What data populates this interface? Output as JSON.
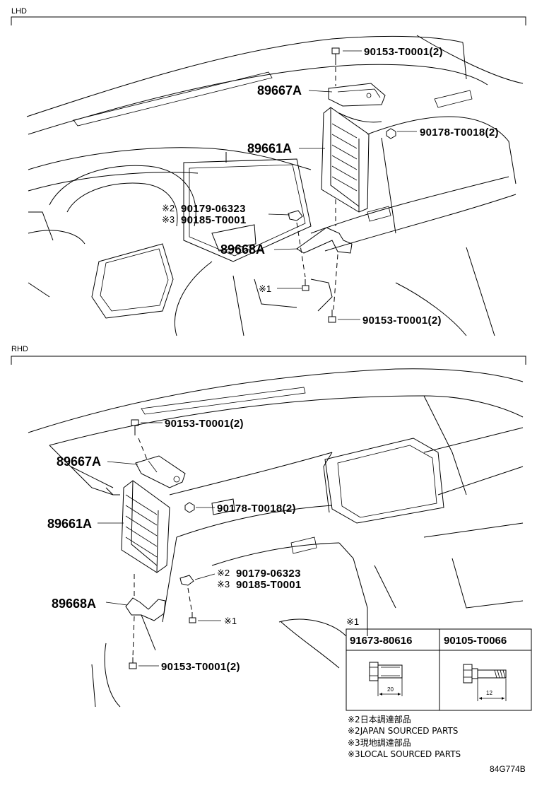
{
  "lhd": {
    "label": "LHD",
    "callouts": {
      "bolt_top": "90153-T0001(2)",
      "bracket_upper": "89667A",
      "nut": "90178-T0018(2)",
      "module": "89661A",
      "clip_a_mark": "※2",
      "clip_a": "90179-06323",
      "clip_b_mark": "※3",
      "clip_b": "90185-T0001",
      "bracket_lower": "89668A",
      "bolt_side_mark": "※1",
      "bolt_bottom": "90153-T0001(2)"
    }
  },
  "rhd": {
    "label": "RHD",
    "callouts": {
      "bolt_top": "90153-T0001(2)",
      "bracket_upper": "89667A",
      "module": "89661A",
      "nut": "90178-T0018(2)",
      "clip_a_mark": "※2",
      "clip_a": "90179-06323",
      "clip_b_mark": "※3",
      "clip_b": "90185-T0001",
      "bracket_lower": "89668A",
      "bolt_side_mark": "※1",
      "bolt_bottom": "90153-T0001(2)"
    }
  },
  "bolt_table": {
    "mark": "※1",
    "columns": [
      {
        "part": "91673-80616",
        "length": "20"
      },
      {
        "part": "90105-T0066",
        "length": "12"
      }
    ]
  },
  "legend": [
    "※2日本調達部品",
    "※2JAPAN SOURCED PARTS",
    "※3現地調達部品",
    "※3LOCAL SOURCED PARTS"
  ],
  "figure_ref": "84G774B"
}
